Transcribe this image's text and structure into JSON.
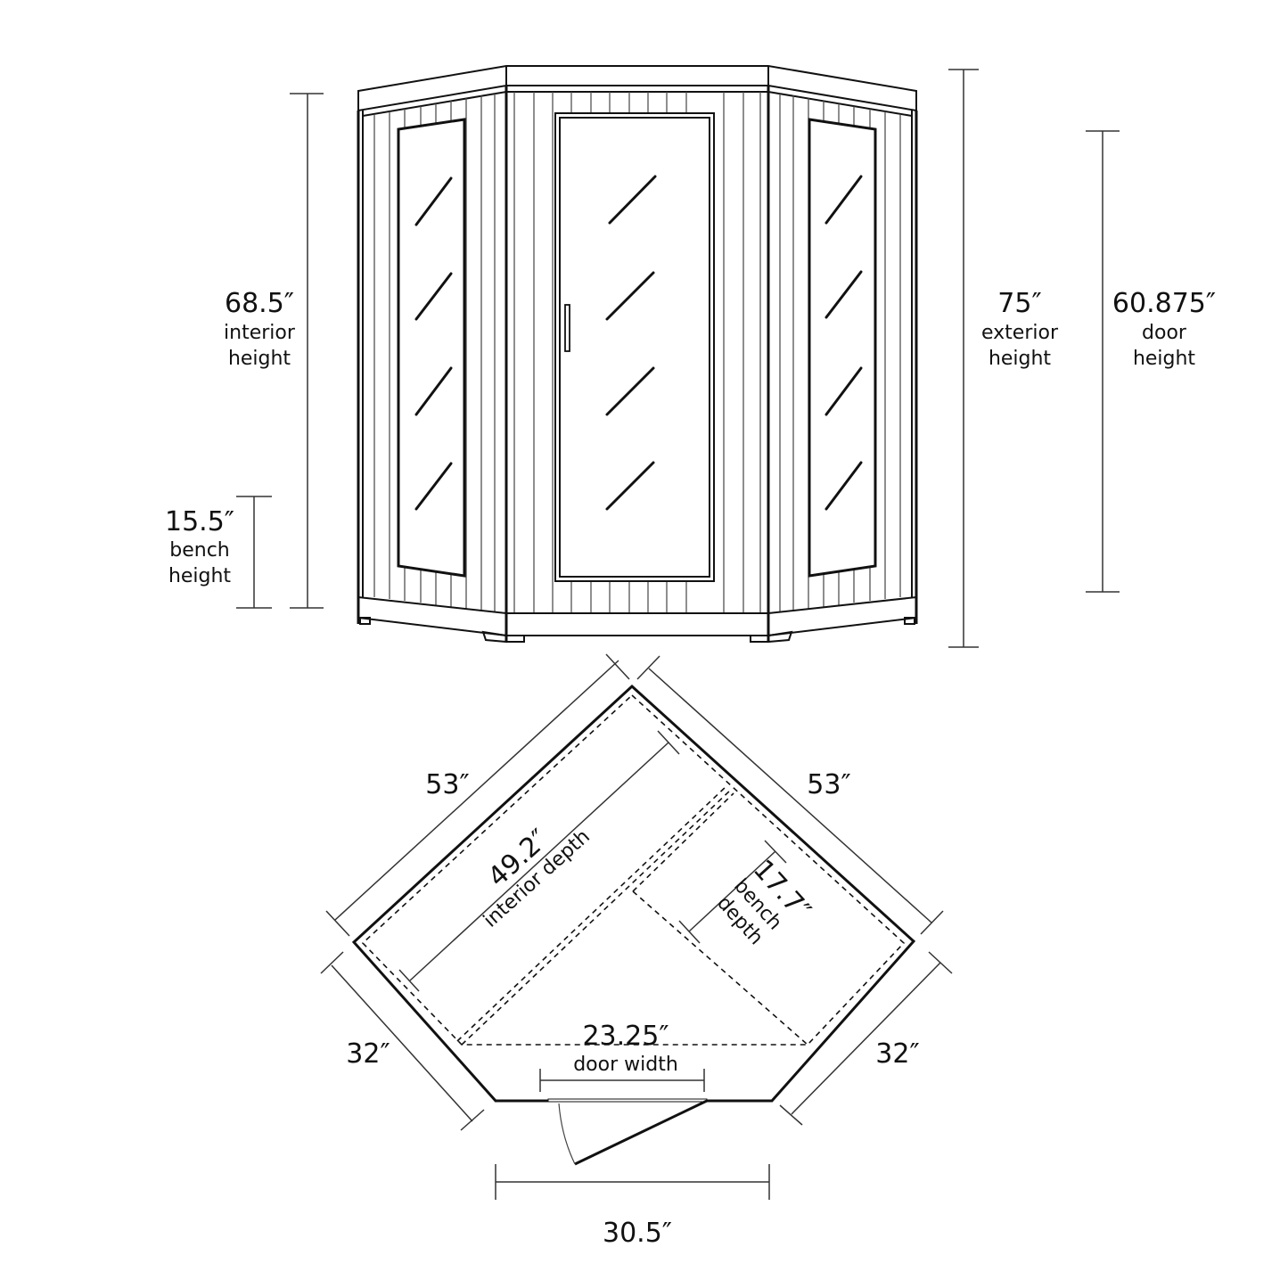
{
  "front_view": {
    "interior_height": {
      "value": "68.5″",
      "label_line1": "interior",
      "label_line2": "height"
    },
    "bench_height": {
      "value": "15.5″",
      "label_line1": "bench",
      "label_line2": "height"
    },
    "exterior_height": {
      "value": "75″",
      "label_line1": "exterior",
      "label_line2": "height"
    },
    "door_height": {
      "value": "60.875″",
      "label_line1": "door",
      "label_line2": "height"
    }
  },
  "top_view": {
    "back_left_wall": {
      "value": "53″"
    },
    "back_right_wall": {
      "value": "53″"
    },
    "interior_depth": {
      "value": "49.2″",
      "label": "interior depth"
    },
    "bench_depth": {
      "value": "17.7″",
      "label_line1": "bench",
      "label_line2": "depth"
    },
    "front_left_wall": {
      "value": "32″"
    },
    "front_right_wall": {
      "value": "32″"
    },
    "door_width": {
      "value": "23.25″",
      "label": "door width"
    },
    "front_width": {
      "value": "30.5″"
    }
  },
  "colors": {
    "line": "#111111",
    "background": "#ffffff"
  }
}
